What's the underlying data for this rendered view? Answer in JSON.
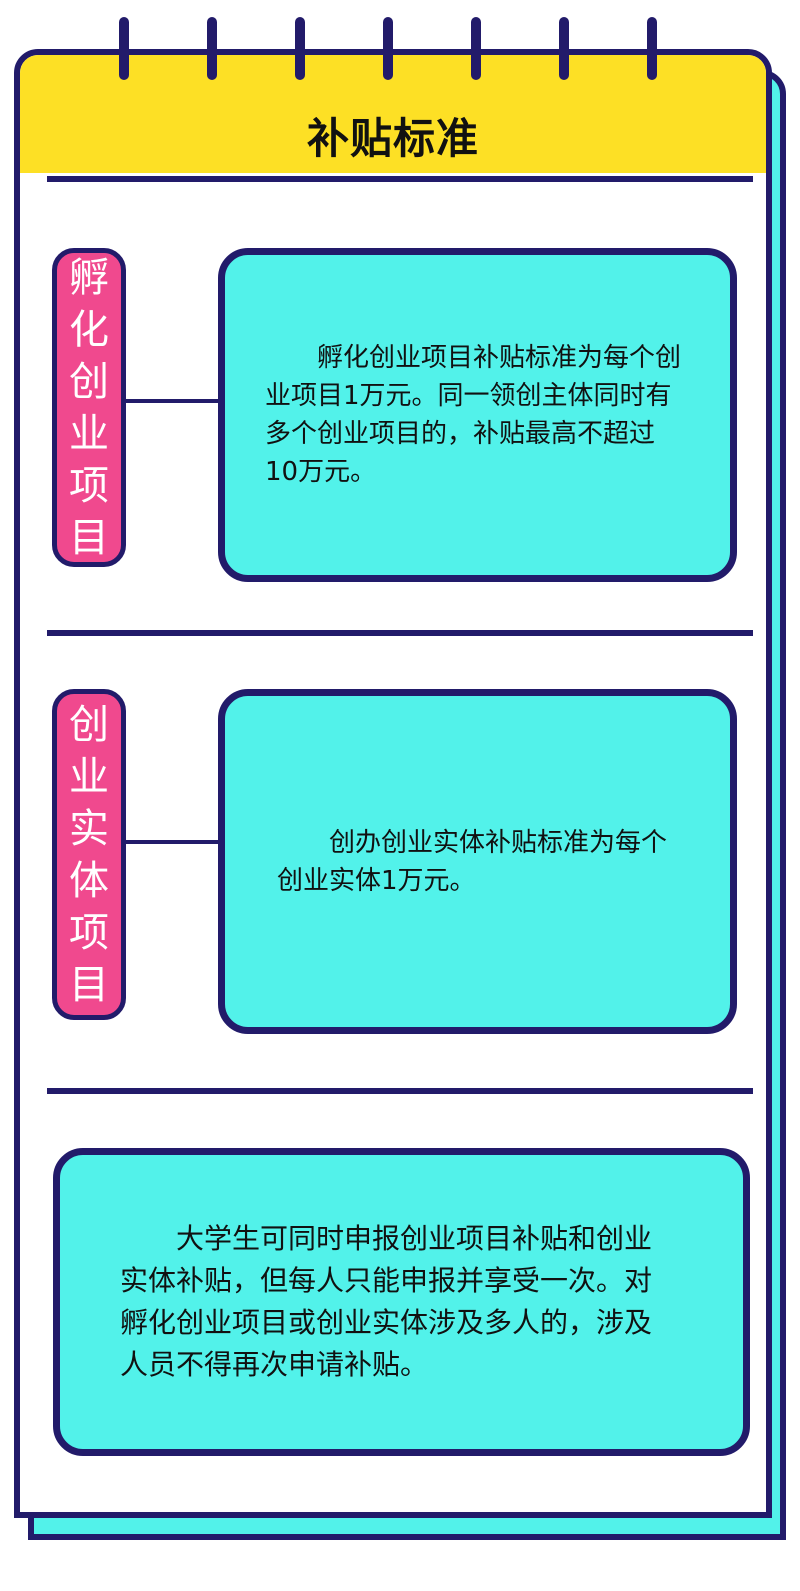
{
  "header": {
    "title": "补贴标准"
  },
  "colors": {
    "navy": "#221b6a",
    "yellow": "#fde025",
    "cyan": "#52f2ea",
    "pink": "#f0498e",
    "white": "#ffffff"
  },
  "sections": [
    {
      "label": "孵化创业项目",
      "text": "孵化创业项目补贴标准为每个创业项目1万元。同一领创主体同时有多个创业项目的，补贴最高不超过10万元。"
    },
    {
      "label": "创业实体项目",
      "text": "创办创业实体补贴标准为每个创业实体1万元。"
    }
  ],
  "note": {
    "text": "大学生可同时申报创业项目补贴和创业实体补贴，但每人只能申报并享受一次。对孵化创业项目或创业实体涉及多人的，涉及人员不得再次申请补贴。"
  }
}
